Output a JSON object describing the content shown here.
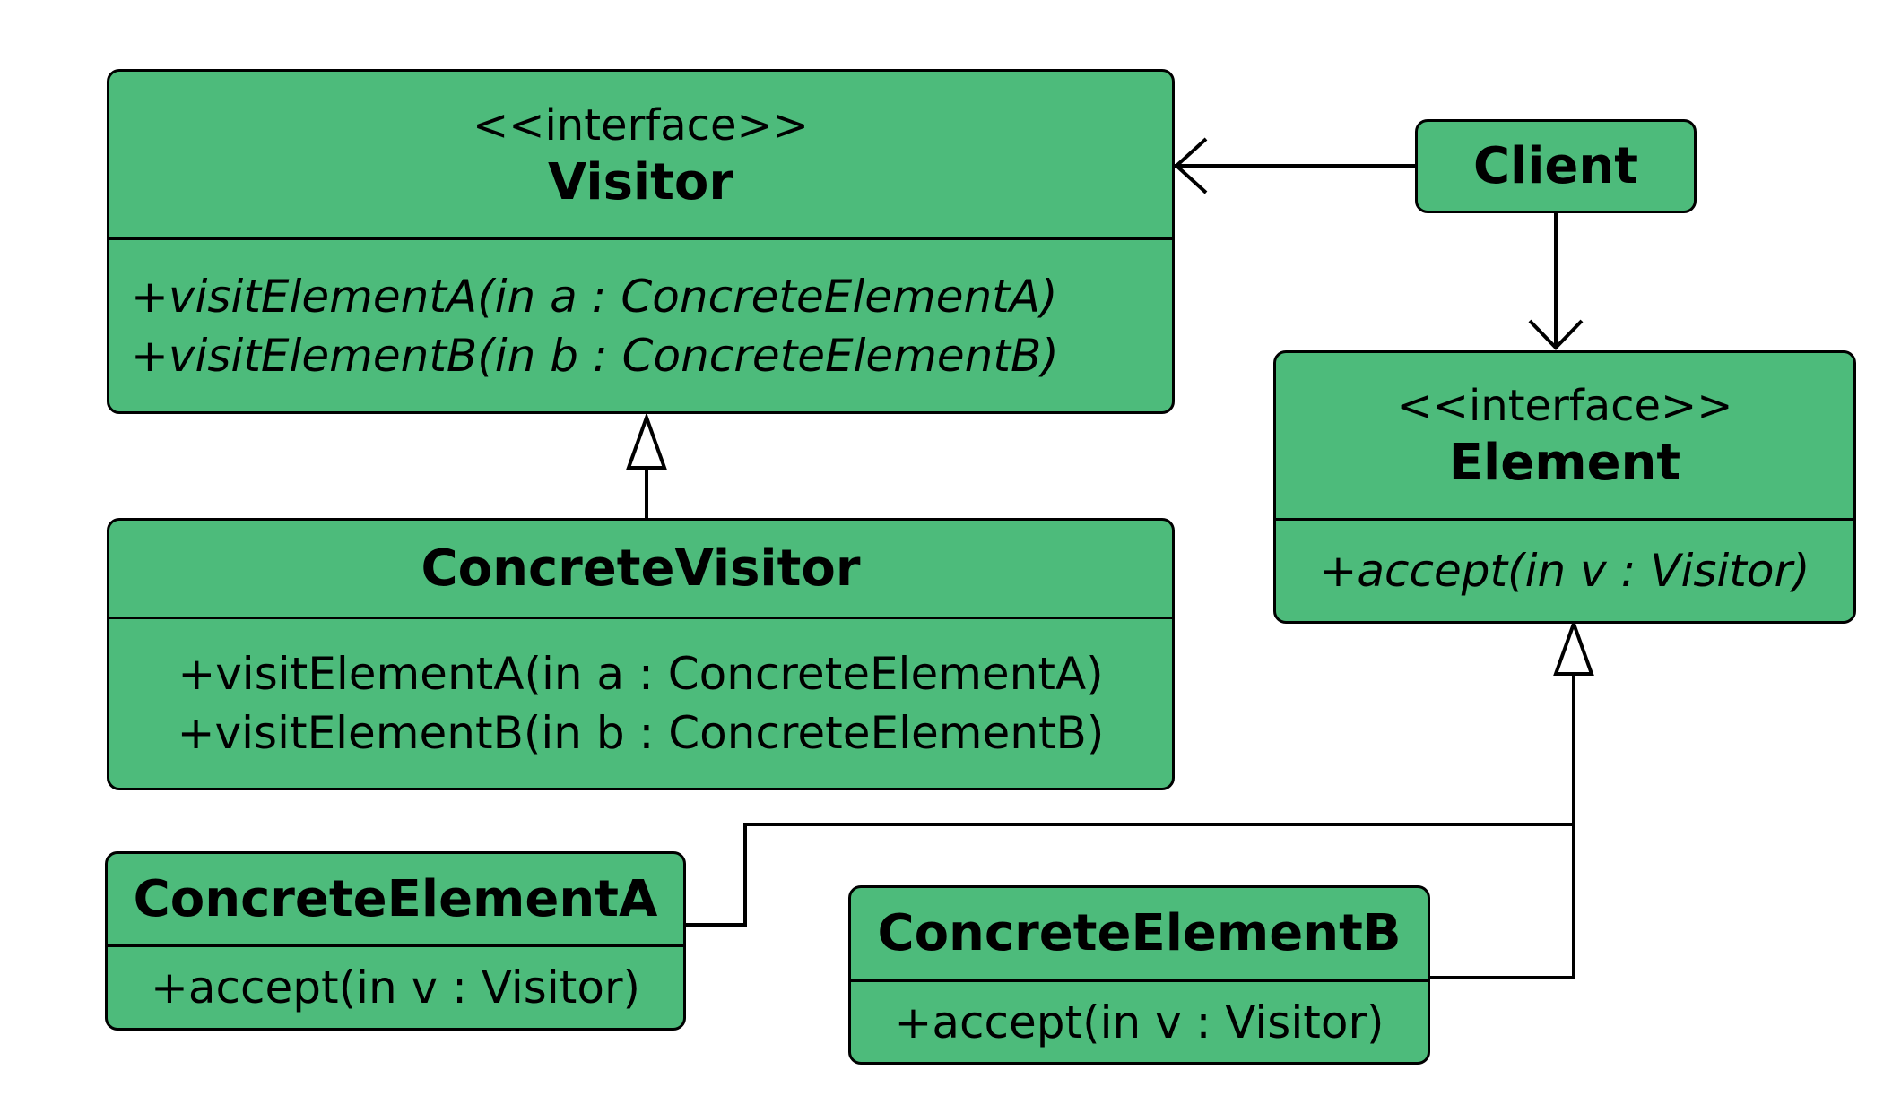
{
  "visitor": {
    "stereotype": "<<interface>>",
    "name": "Visitor",
    "operations": [
      "+visitElementA(in a : ConcreteElementA)",
      "+visitElementB(in b : ConcreteElementB)"
    ]
  },
  "concrete_visitor": {
    "name": "ConcreteVisitor",
    "operations": [
      "+visitElementA(in a : ConcreteElementA)",
      "+visitElementB(in b : ConcreteElementB)"
    ]
  },
  "client": {
    "name": "Client"
  },
  "element": {
    "stereotype": "<<interface>>",
    "name": "Element",
    "operations": [
      "+accept(in v : Visitor)"
    ]
  },
  "concrete_element_a": {
    "name": "ConcreteElementA",
    "operations": [
      "+accept(in v : Visitor)"
    ]
  },
  "concrete_element_b": {
    "name": "ConcreteElementB",
    "operations": [
      "+accept(in v : Visitor)"
    ]
  },
  "colors": {
    "box_fill": "#4dbb7b",
    "stroke": "#000000",
    "background": "#ffffff"
  }
}
